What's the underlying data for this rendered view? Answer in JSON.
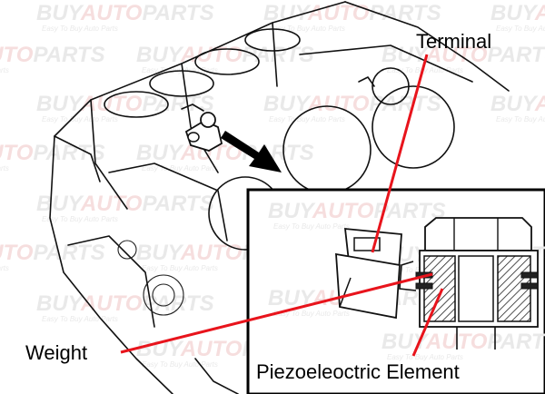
{
  "watermark": {
    "brand_buy": "BUY",
    "brand_auto": "AUTO",
    "brand_parts": "PARTS",
    "tagline": "Easy To Buy Auto Parts",
    "color_gray": "#e9e9e9",
    "color_red": "#f6dede"
  },
  "labels": {
    "terminal": "Terminal",
    "weight": "Weight",
    "piezo": "Piezoeleoctric Element"
  },
  "colors": {
    "leader": "#e8141c",
    "line": "#111111",
    "hatch": "#222222"
  }
}
